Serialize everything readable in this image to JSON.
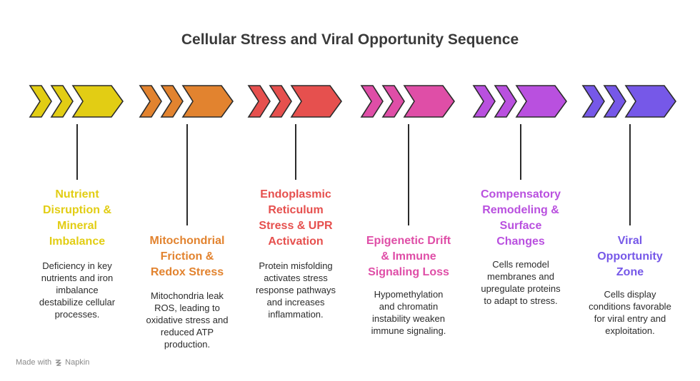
{
  "title": "Cellular Stress and Viral Opportunity Sequence",
  "footer": {
    "made_with": "Made with",
    "brand": "Napkin"
  },
  "stages": [
    {
      "title": "Nutrient\nDisruption &\nMineral\nImbalance",
      "description": "Deficiency in key\nnutrients and iron\nimbalance\ndestabilize cellular\nprocesses.",
      "color": "#e2cd14",
      "dark": "#c9b40c"
    },
    {
      "title": "Mitochondrial\nFriction &\nRedox Stress",
      "description": "Mitochondria leak\nROS, leading to\noxidative stress and\nreduced ATP\nproduction.",
      "color": "#e2832f",
      "dark": "#c96d1f"
    },
    {
      "title": "Endoplasmic\nReticulum\nStress & UPR\nActivation",
      "description": "Protein misfolding\nactivates stress\nresponse pathways\nand increases\ninflammation.",
      "color": "#e6504e",
      "dark": "#cb3b39"
    },
    {
      "title": "Epigenetic Drift\n& Immune\nSignaling Loss",
      "description": "Hypomethylation\nand chromatin\ninstability weaken\nimmune signaling.",
      "color": "#df4ea7",
      "dark": "#c43a90"
    },
    {
      "title": "Compensatory\nRemodeling &\nSurface\nChanges",
      "description": "Cells remodel\nmembranes and\nupregulate proteins\nto adapt to stress.",
      "color": "#b950df",
      "dark": "#9e3cc4"
    },
    {
      "title": "Viral\nOpportunity\nZone",
      "description": "Cells display\nconditions favorable\nfor viral entry and\nexploitation.",
      "color": "#7658e8",
      "dark": "#5d40cf"
    }
  ]
}
